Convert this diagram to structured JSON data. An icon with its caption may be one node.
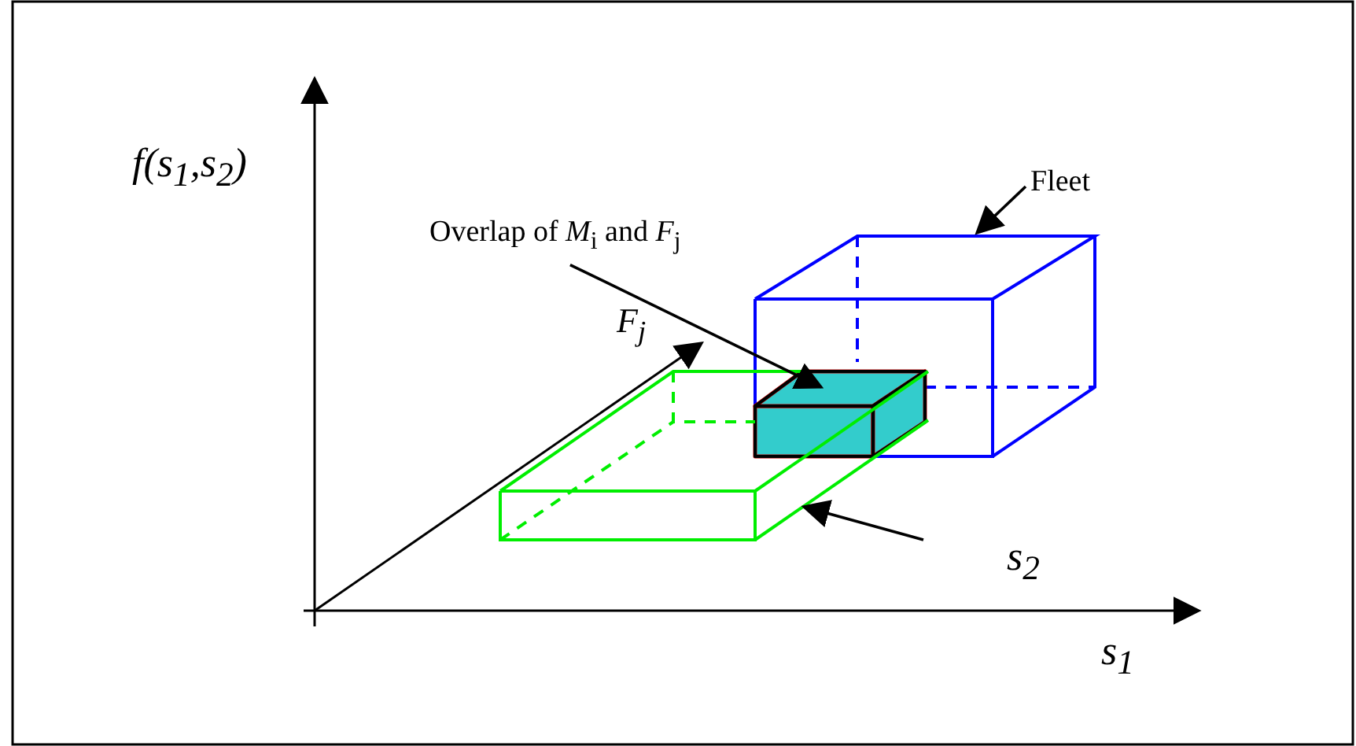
{
  "diagram": {
    "nodes": [
      {
        "text": [
          "Fleet"
        ]
      },
      {
        "text": [
          "Overlap of *M*$_{i}$ and *F*$_{j}$"
        ]
      },
      {
        "text": [],
        "shape": "box"
      },
      {
        "text": [],
        "shape": "box"
      },
      {
        "text": [],
        "shape": "box"
      }
    ],
    "edges": [
      {
        "from": 0,
        "to": 2,
        "arrow": "to"
      },
      {
        "from": 1,
        "to": 3,
        "arrow": "to"
      },
      {
        "from": null,
        "to": 4,
        "arrow": "to"
      }
    ],
    "labels": [
      "f(s$_{1}$,s$_{2}$)",
      "F$_{j}$",
      "s$_{2}$",
      "s$_{1}$"
    ]
  }
}
